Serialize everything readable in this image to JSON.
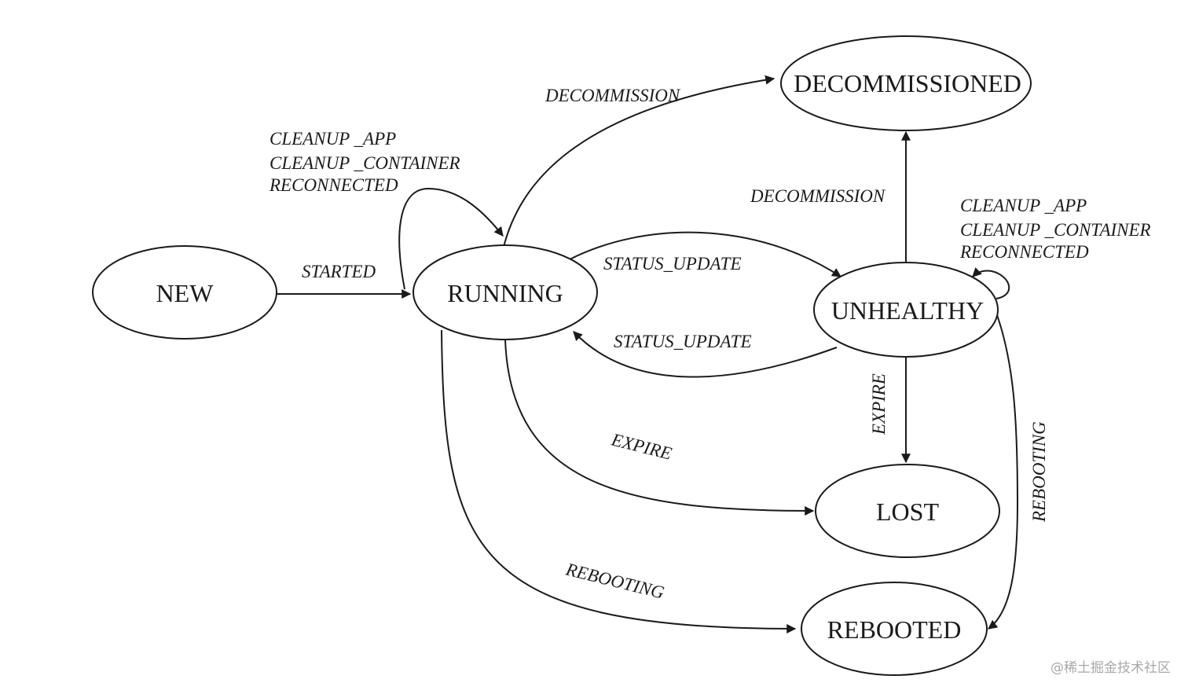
{
  "states": {
    "new": "NEW",
    "running": "RUNNING",
    "unhealthy": "UNHEALTHY",
    "decommissioned": "DECOMMISSIONED",
    "lost": "LOST",
    "rebooted": "REBOOTED"
  },
  "transitions": {
    "started": "STARTED",
    "running_self": [
      "CLEANUP _APP",
      "CLEANUP _CONTAINER",
      "RECONNECTED"
    ],
    "running_decommission": "DECOMMISSION",
    "running_to_unhealthy": "STATUS_UPDATE",
    "unhealthy_to_running": "STATUS_UPDATE",
    "unhealthy_decommission": "DECOMMISSION",
    "unhealthy_self": [
      "CLEANUP _APP",
      "CLEANUP _CONTAINER",
      "RECONNECTED"
    ],
    "unhealthy_expire": "EXPIRE",
    "running_expire": "EXPIRE",
    "running_rebooting": "REBOOTING",
    "unhealthy_rebooting": "REBOOTING"
  },
  "watermark": "@稀土掘金技术社区"
}
